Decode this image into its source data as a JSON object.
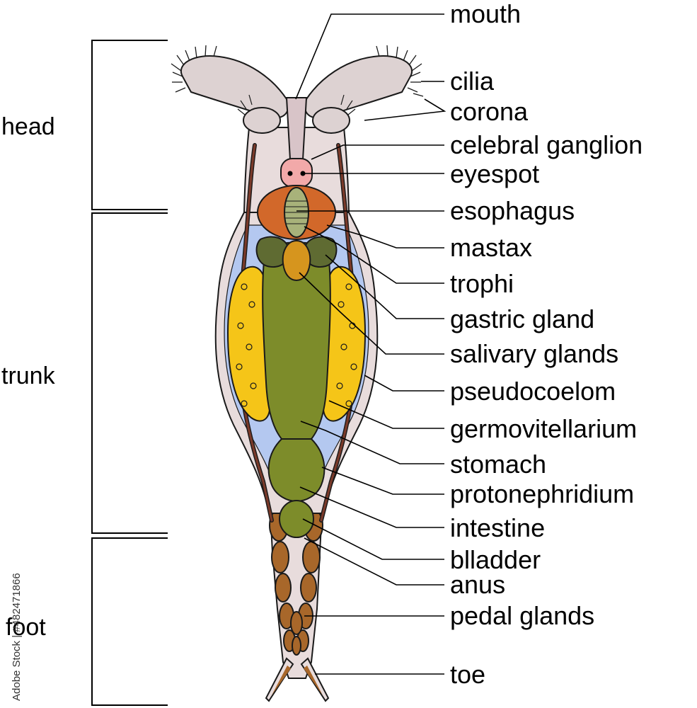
{
  "sections": {
    "head": "head",
    "trunk": "trunk",
    "foot": "foot"
  },
  "labels": {
    "mouth": "mouth",
    "cilia": "cilia",
    "corona": "corona",
    "celebral_ganglion": "celebral ganglion",
    "eyespot": "eyespot",
    "esophagus": "esophagus",
    "mastax": "mastax",
    "trophi": "trophi",
    "gastric_gland": "gastric gland",
    "salivary_glands": "salivary glands",
    "pseudocoelom": "pseudocoelom",
    "germovitellarium": "germovitellarium",
    "stomach": "stomach",
    "protonephridium": "protonephridium",
    "intestine": "intestine",
    "bladder": "blladder",
    "anus": "anus",
    "pedal_glands": "pedal glands",
    "toe": "toe"
  },
  "watermark": {
    "stock_id": "Adobe Stock | #482471866"
  },
  "colors": {
    "body": "#e8dcdc",
    "corona": "#ddd2d2",
    "pseudocoelom": "#b4c8f0",
    "germovitellarium": "#f5c518",
    "stomach": "#7d8c2a",
    "gastric_gland": "#5f6b32",
    "salivary_gland": "#d6951e",
    "mastax": "#d2682a",
    "trophi": "#a8b27a",
    "eyespot": "#f2a9a9",
    "protonephridium": "#7a3a2a",
    "pedal_glands": "#a8672a"
  }
}
